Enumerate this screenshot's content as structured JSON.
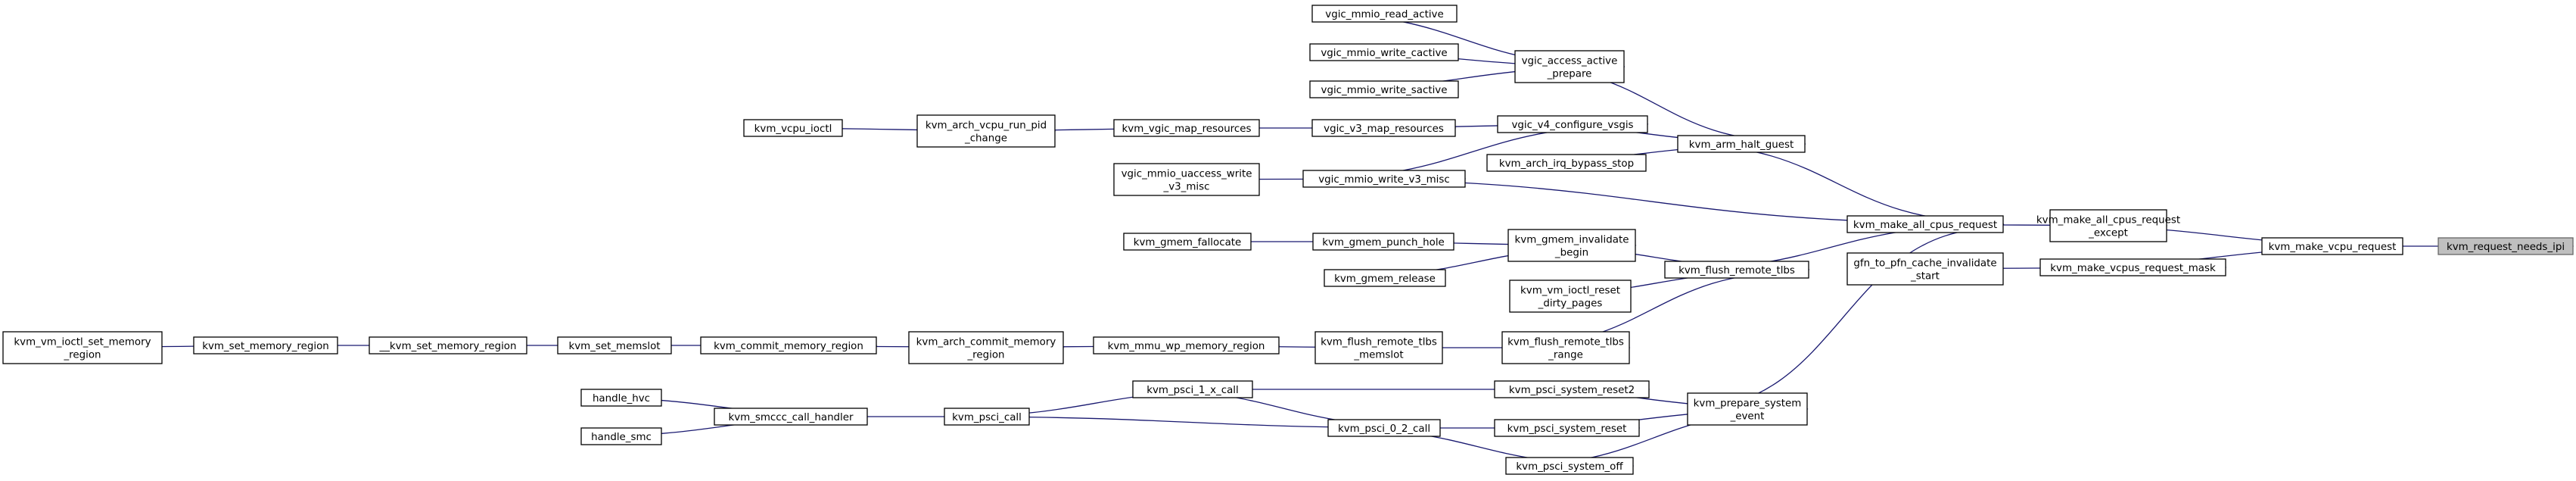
{
  "diagram": {
    "type": "call-graph",
    "colors": {
      "edge": "#191970",
      "node_border": "#000000",
      "root_fill": "#bfbfbf",
      "background": "#ffffff"
    },
    "nodes": [
      {
        "id": "kvm_request_needs_ipi",
        "lines": [
          "kvm_request_needs_ipi"
        ],
        "root": true
      },
      {
        "id": "kvm_make_vcpu_request",
        "lines": [
          "kvm_make_vcpu_request"
        ]
      },
      {
        "id": "kvm_make_all_cpus_request_except",
        "lines": [
          "kvm_make_all_cpus_request",
          "_except"
        ]
      },
      {
        "id": "kvm_make_vcpus_request_mask",
        "lines": [
          "kvm_make_vcpus_request_mask"
        ]
      },
      {
        "id": "kvm_make_all_cpus_request",
        "lines": [
          "kvm_make_all_cpus_request"
        ]
      },
      {
        "id": "gfn_to_pfn_cache_invalidate_start",
        "lines": [
          "gfn_to_pfn_cache_invalidate",
          "_start"
        ]
      },
      {
        "id": "kvm_arm_halt_guest",
        "lines": [
          "kvm_arm_halt_guest"
        ]
      },
      {
        "id": "vgic_mmio_write_v3_misc",
        "lines": [
          "vgic_mmio_write_v3_misc"
        ]
      },
      {
        "id": "kvm_flush_remote_tlbs",
        "lines": [
          "kvm_flush_remote_tlbs"
        ]
      },
      {
        "id": "kvm_prepare_system_event",
        "lines": [
          "kvm_prepare_system",
          "_event"
        ]
      },
      {
        "id": "vgic_access_active_prepare",
        "lines": [
          "vgic_access_active",
          "_prepare"
        ]
      },
      {
        "id": "vgic_v4_configure_vsgis",
        "lines": [
          "vgic_v4_configure_vsgis"
        ]
      },
      {
        "id": "kvm_arch_irq_bypass_stop",
        "lines": [
          "kvm_arch_irq_bypass_stop"
        ]
      },
      {
        "id": "vgic_mmio_read_active",
        "lines": [
          "vgic_mmio_read_active"
        ]
      },
      {
        "id": "vgic_mmio_write_cactive",
        "lines": [
          "vgic_mmio_write_cactive"
        ]
      },
      {
        "id": "vgic_mmio_write_sactive",
        "lines": [
          "vgic_mmio_write_sactive"
        ]
      },
      {
        "id": "vgic_v3_map_resources",
        "lines": [
          "vgic_v3_map_resources"
        ]
      },
      {
        "id": "kvm_vgic_map_resources",
        "lines": [
          "kvm_vgic_map_resources"
        ]
      },
      {
        "id": "kvm_arch_vcpu_run_pid_change",
        "lines": [
          "kvm_arch_vcpu_run_pid",
          "_change"
        ]
      },
      {
        "id": "kvm_vcpu_ioctl",
        "lines": [
          "kvm_vcpu_ioctl"
        ]
      },
      {
        "id": "vgic_mmio_uaccess_write_v3_misc",
        "lines": [
          "vgic_mmio_uaccess_write",
          "_v3_misc"
        ]
      },
      {
        "id": "kvm_gmem_invalidate_begin",
        "lines": [
          "kvm_gmem_invalidate",
          "_begin"
        ]
      },
      {
        "id": "kvm_vm_ioctl_reset_dirty_pages",
        "lines": [
          "kvm_vm_ioctl_reset",
          "_dirty_pages"
        ]
      },
      {
        "id": "kvm_flush_remote_tlbs_range",
        "lines": [
          "kvm_flush_remote_tlbs",
          "_range"
        ]
      },
      {
        "id": "kvm_gmem_punch_hole",
        "lines": [
          "kvm_gmem_punch_hole"
        ]
      },
      {
        "id": "kvm_gmem_release",
        "lines": [
          "kvm_gmem_release"
        ]
      },
      {
        "id": "kvm_gmem_fallocate",
        "lines": [
          "kvm_gmem_fallocate"
        ]
      },
      {
        "id": "kvm_flush_remote_tlbs_memslot",
        "lines": [
          "kvm_flush_remote_tlbs",
          "_memslot"
        ]
      },
      {
        "id": "kvm_mmu_wp_memory_region",
        "lines": [
          "kvm_mmu_wp_memory_region"
        ]
      },
      {
        "id": "kvm_arch_commit_memory_region",
        "lines": [
          "kvm_arch_commit_memory",
          "_region"
        ]
      },
      {
        "id": "kvm_commit_memory_region",
        "lines": [
          "kvm_commit_memory_region"
        ]
      },
      {
        "id": "kvm_set_memslot",
        "lines": [
          "kvm_set_memslot"
        ]
      },
      {
        "id": "__kvm_set_memory_region",
        "lines": [
          "__kvm_set_memory_region"
        ]
      },
      {
        "id": "kvm_set_memory_region",
        "lines": [
          "kvm_set_memory_region"
        ]
      },
      {
        "id": "kvm_vm_ioctl_set_memory_region",
        "lines": [
          "kvm_vm_ioctl_set_memory",
          "_region"
        ]
      },
      {
        "id": "kvm_psci_system_reset2",
        "lines": [
          "kvm_psci_system_reset2"
        ]
      },
      {
        "id": "kvm_psci_system_reset",
        "lines": [
          "kvm_psci_system_reset"
        ]
      },
      {
        "id": "kvm_psci_system_off",
        "lines": [
          "kvm_psci_system_off"
        ]
      },
      {
        "id": "kvm_psci_1_x_call",
        "lines": [
          "kvm_psci_1_x_call"
        ]
      },
      {
        "id": "kvm_psci_0_2_call",
        "lines": [
          "kvm_psci_0_2_call"
        ]
      },
      {
        "id": "kvm_psci_call",
        "lines": [
          "kvm_psci_call"
        ]
      },
      {
        "id": "kvm_smccc_call_handler",
        "lines": [
          "kvm_smccc_call_handler"
        ]
      },
      {
        "id": "handle_hvc",
        "lines": [
          "handle_hvc"
        ]
      },
      {
        "id": "handle_smc",
        "lines": [
          "handle_smc"
        ]
      }
    ],
    "edges": [
      {
        "from": "kvm_make_vcpu_request",
        "to": "kvm_request_needs_ipi"
      },
      {
        "from": "kvm_make_all_cpus_request_except",
        "to": "kvm_make_vcpu_request"
      },
      {
        "from": "kvm_make_vcpus_request_mask",
        "to": "kvm_make_vcpu_request"
      },
      {
        "from": "kvm_make_all_cpus_request",
        "to": "kvm_make_all_cpus_request_except"
      },
      {
        "from": "gfn_to_pfn_cache_invalidate_start",
        "to": "kvm_make_vcpus_request_mask"
      },
      {
        "from": "kvm_arm_halt_guest",
        "to": "kvm_make_all_cpus_request"
      },
      {
        "from": "vgic_mmio_write_v3_misc",
        "to": "kvm_make_all_cpus_request"
      },
      {
        "from": "kvm_flush_remote_tlbs",
        "to": "kvm_make_all_cpus_request"
      },
      {
        "from": "kvm_prepare_system_event",
        "to": "kvm_make_all_cpus_request"
      },
      {
        "from": "vgic_access_active_prepare",
        "to": "kvm_arm_halt_guest"
      },
      {
        "from": "vgic_v4_configure_vsgis",
        "to": "kvm_arm_halt_guest"
      },
      {
        "from": "kvm_arch_irq_bypass_stop",
        "to": "kvm_arm_halt_guest"
      },
      {
        "from": "vgic_mmio_read_active",
        "to": "vgic_access_active_prepare"
      },
      {
        "from": "vgic_mmio_write_cactive",
        "to": "vgic_access_active_prepare"
      },
      {
        "from": "vgic_mmio_write_sactive",
        "to": "vgic_access_active_prepare"
      },
      {
        "from": "vgic_v3_map_resources",
        "to": "vgic_v4_configure_vsgis"
      },
      {
        "from": "vgic_mmio_write_v3_misc",
        "to": "vgic_v4_configure_vsgis"
      },
      {
        "from": "kvm_vgic_map_resources",
        "to": "vgic_v3_map_resources"
      },
      {
        "from": "kvm_arch_vcpu_run_pid_change",
        "to": "kvm_vgic_map_resources"
      },
      {
        "from": "kvm_vcpu_ioctl",
        "to": "kvm_arch_vcpu_run_pid_change"
      },
      {
        "from": "vgic_mmio_uaccess_write_v3_misc",
        "to": "vgic_mmio_write_v3_misc"
      },
      {
        "from": "kvm_gmem_invalidate_begin",
        "to": "kvm_flush_remote_tlbs"
      },
      {
        "from": "kvm_vm_ioctl_reset_dirty_pages",
        "to": "kvm_flush_remote_tlbs"
      },
      {
        "from": "kvm_flush_remote_tlbs_range",
        "to": "kvm_flush_remote_tlbs"
      },
      {
        "from": "kvm_gmem_punch_hole",
        "to": "kvm_gmem_invalidate_begin"
      },
      {
        "from": "kvm_gmem_release",
        "to": "kvm_gmem_invalidate_begin"
      },
      {
        "from": "kvm_gmem_fallocate",
        "to": "kvm_gmem_punch_hole"
      },
      {
        "from": "kvm_flush_remote_tlbs_memslot",
        "to": "kvm_flush_remote_tlbs_range"
      },
      {
        "from": "kvm_mmu_wp_memory_region",
        "to": "kvm_flush_remote_tlbs_memslot"
      },
      {
        "from": "kvm_arch_commit_memory_region",
        "to": "kvm_mmu_wp_memory_region"
      },
      {
        "from": "kvm_commit_memory_region",
        "to": "kvm_arch_commit_memory_region"
      },
      {
        "from": "kvm_set_memslot",
        "to": "kvm_commit_memory_region"
      },
      {
        "from": "__kvm_set_memory_region",
        "to": "kvm_set_memslot"
      },
      {
        "from": "kvm_set_memory_region",
        "to": "__kvm_set_memory_region"
      },
      {
        "from": "kvm_vm_ioctl_set_memory_region",
        "to": "kvm_set_memory_region"
      },
      {
        "from": "kvm_psci_system_reset2",
        "to": "kvm_prepare_system_event"
      },
      {
        "from": "kvm_psci_system_reset",
        "to": "kvm_prepare_system_event"
      },
      {
        "from": "kvm_psci_system_off",
        "to": "kvm_prepare_system_event"
      },
      {
        "from": "kvm_psci_1_x_call",
        "to": "kvm_psci_system_reset2"
      },
      {
        "from": "kvm_psci_1_x_call",
        "to": "kvm_psci_0_2_call"
      },
      {
        "from": "kvm_psci_0_2_call",
        "to": "kvm_psci_system_reset"
      },
      {
        "from": "kvm_psci_0_2_call",
        "to": "kvm_psci_system_off"
      },
      {
        "from": "kvm_psci_call",
        "to": "kvm_psci_1_x_call"
      },
      {
        "from": "kvm_psci_call",
        "to": "kvm_psci_0_2_call"
      },
      {
        "from": "kvm_smccc_call_handler",
        "to": "kvm_psci_call"
      },
      {
        "from": "handle_hvc",
        "to": "kvm_smccc_call_handler"
      },
      {
        "from": "handle_smc",
        "to": "kvm_smccc_call_handler"
      }
    ]
  }
}
